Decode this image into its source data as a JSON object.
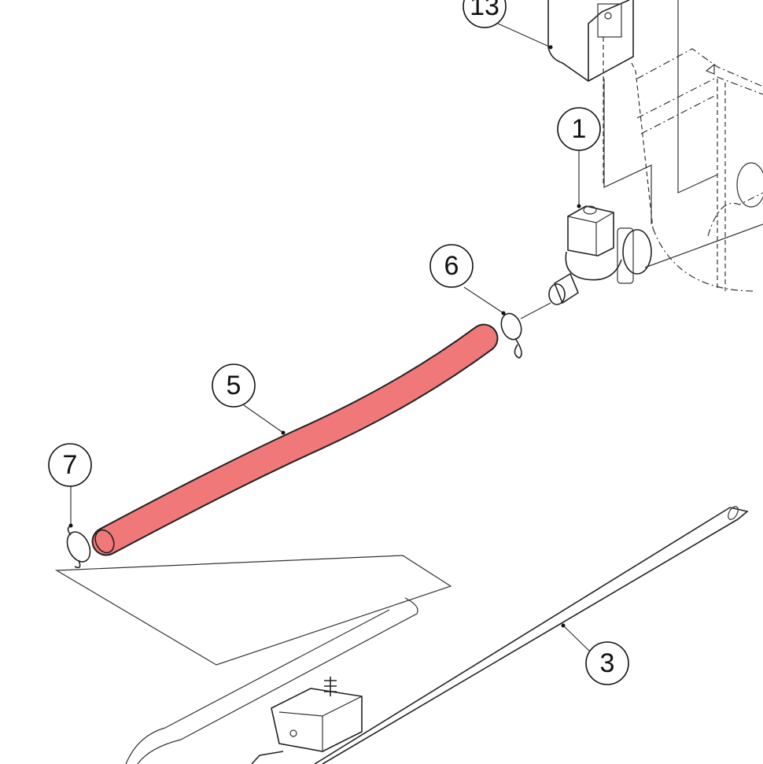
{
  "diagram": {
    "highlight_color": "#f07878",
    "callouts": [
      {
        "id": "13",
        "label": "13"
      },
      {
        "id": "1",
        "label": "1"
      },
      {
        "id": "6",
        "label": "6"
      },
      {
        "id": "5",
        "label": "5"
      },
      {
        "id": "7",
        "label": "7"
      },
      {
        "id": "3",
        "label": "3"
      }
    ]
  }
}
